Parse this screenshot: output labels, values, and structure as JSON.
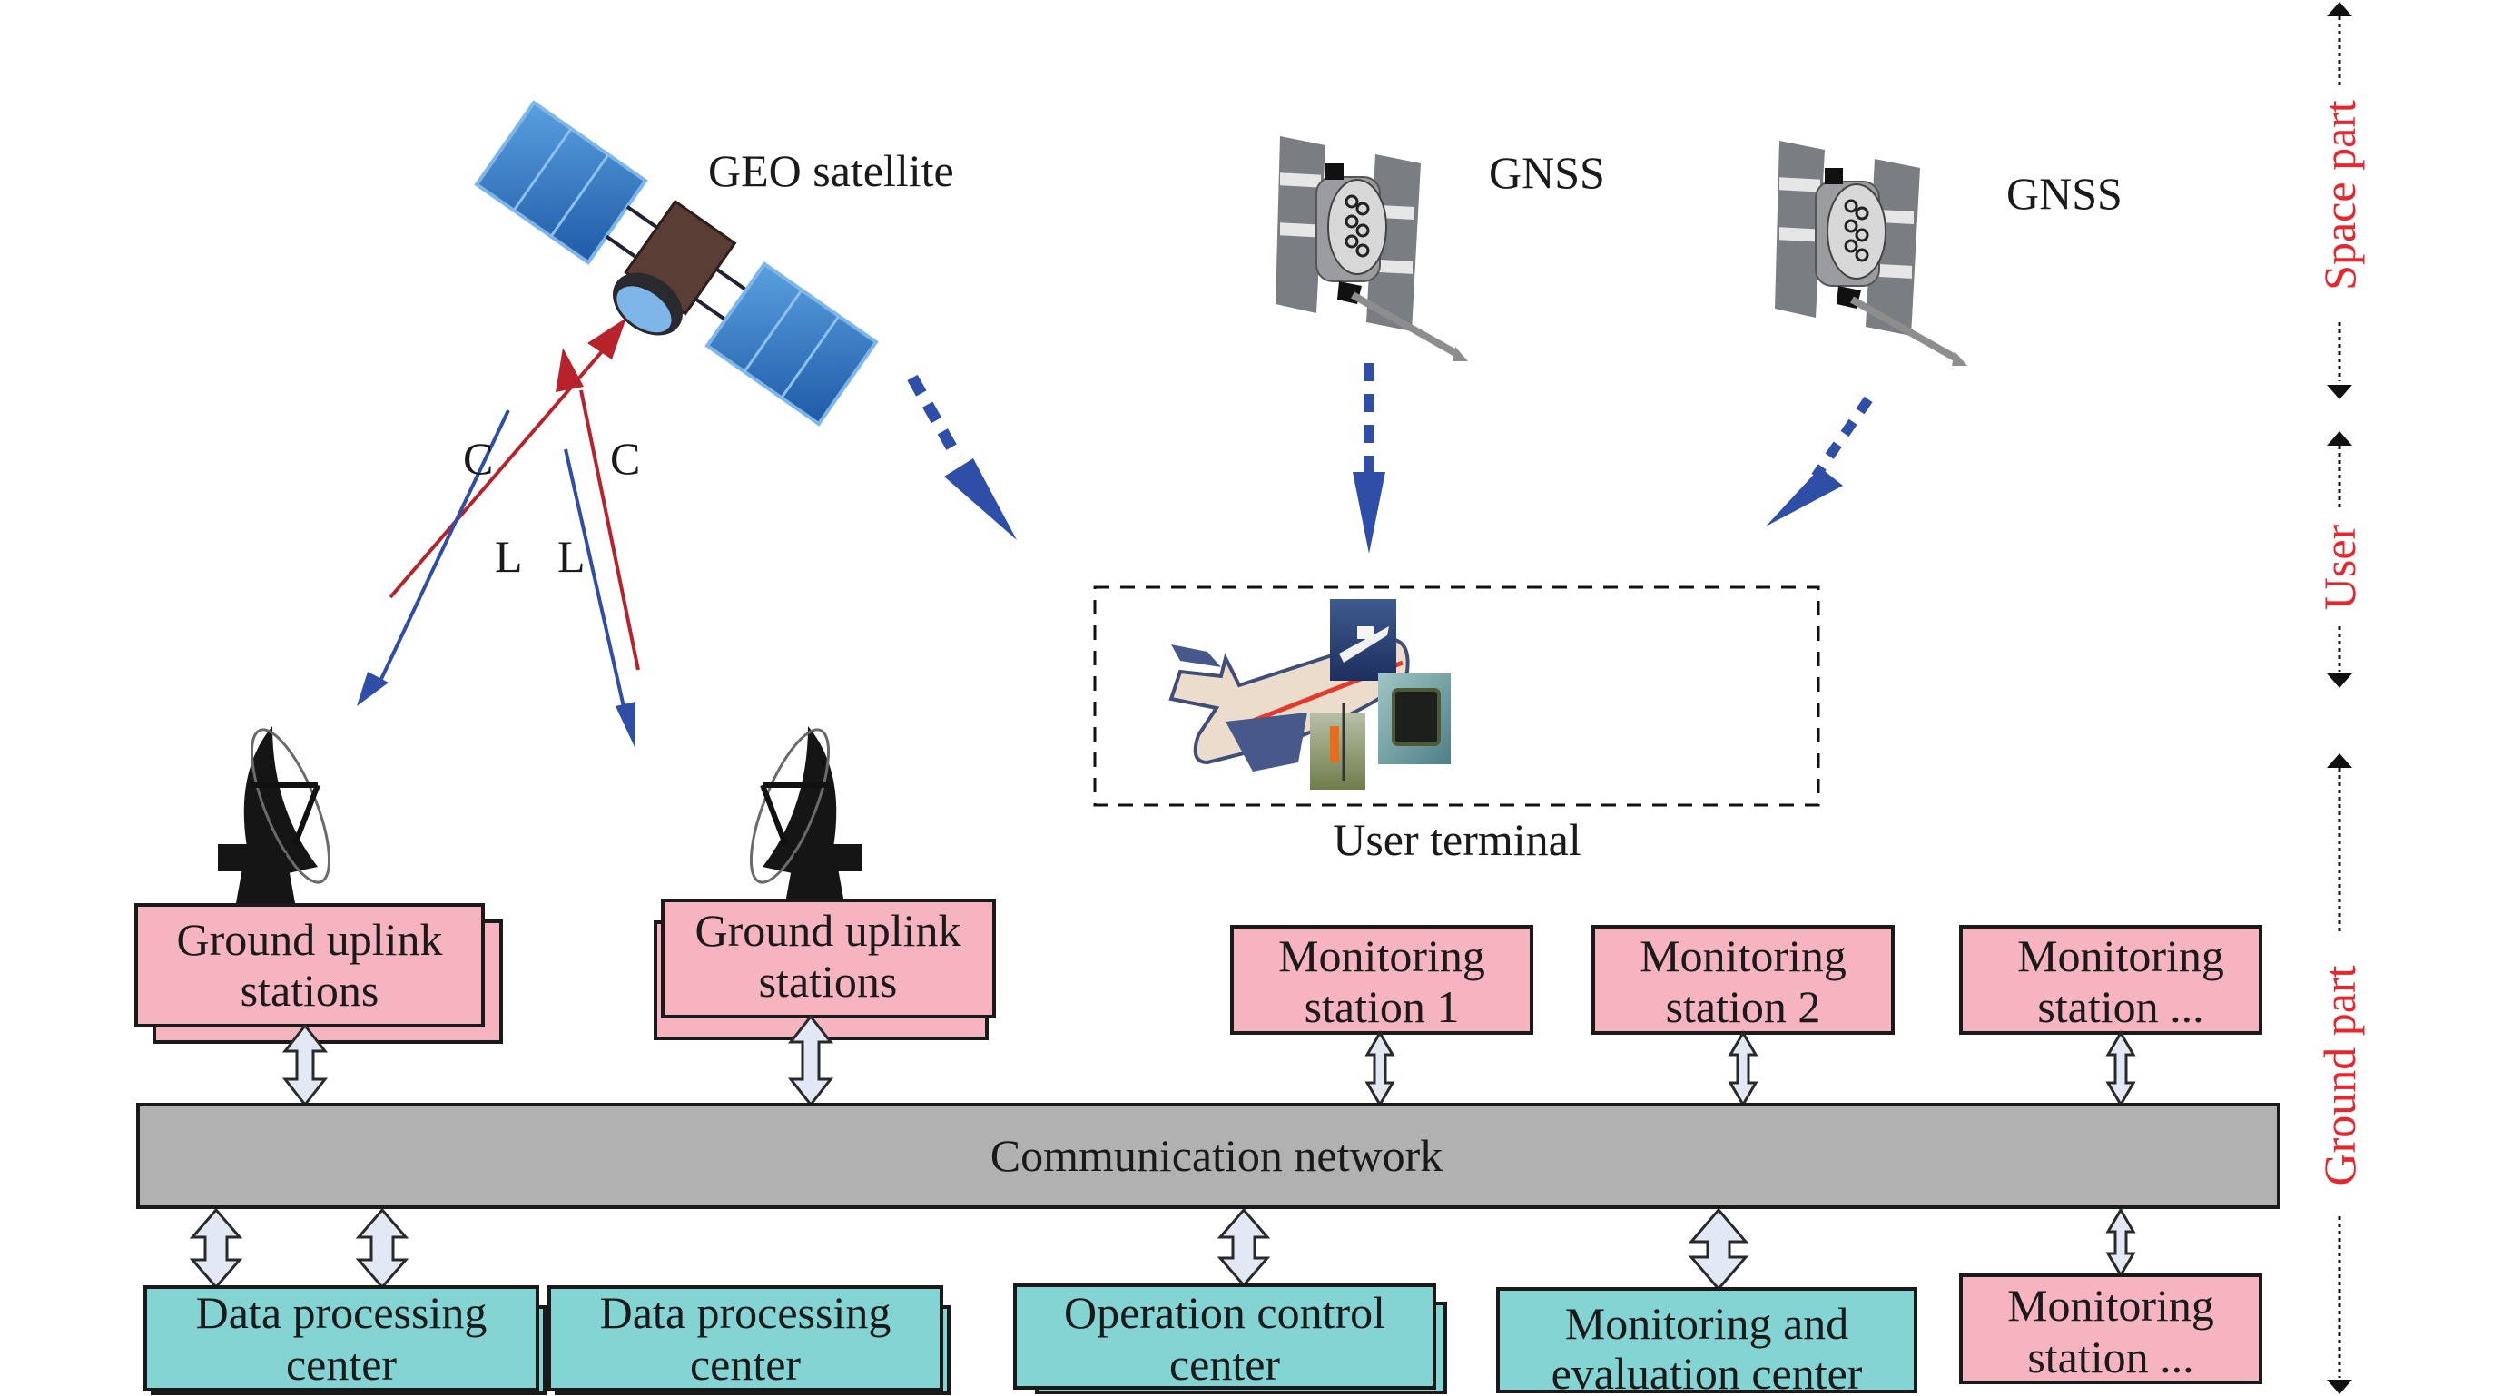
{
  "space": {
    "geo_satellite": {
      "label": "GEO satellite"
    },
    "gnss": [
      {
        "label": "GNSS"
      },
      {
        "label": "GNSS"
      }
    ]
  },
  "links": {
    "left": {
      "uplink": "C",
      "downlink": "L"
    },
    "right": {
      "uplink": "C",
      "downlink": "L"
    }
  },
  "user": {
    "terminal_label": "User terminal",
    "items": [
      "airplane",
      "ship",
      "surveyor",
      "handheld-receiver"
    ]
  },
  "ground": {
    "uplink_stations": [
      {
        "line1": "Ground uplink",
        "line2": "stations"
      },
      {
        "line1": "Ground uplink",
        "line2": "stations"
      }
    ],
    "monitoring_top": [
      {
        "line1": "Monitoring",
        "line2": "station 1"
      },
      {
        "line1": "Monitoring",
        "line2": "station 2"
      },
      {
        "line1": "Monitoring",
        "line2": "station ..."
      }
    ],
    "network": {
      "label": "Communication network"
    },
    "centers": [
      {
        "line1": "Data processing",
        "line2": "center"
      },
      {
        "line1": "Data processing",
        "line2": "center"
      },
      {
        "line1": "Operation control",
        "line2": "center"
      },
      {
        "line1": "Monitoring and",
        "line2": "evaluation center"
      },
      {
        "line1": "Monitoring",
        "line2": "station ..."
      }
    ]
  },
  "segments": {
    "space": "Space part",
    "user": "User",
    "ground": "Ground part"
  },
  "colors": {
    "pink_box": "#f6b3c0",
    "teal_box": "#84d4d4",
    "network": "#b1b1b1",
    "uplink_red": "#b7222b",
    "downlink_blue": "#2f4ea8",
    "segment_red": "#e8262d",
    "connector_fill": "#e2e8f4"
  }
}
